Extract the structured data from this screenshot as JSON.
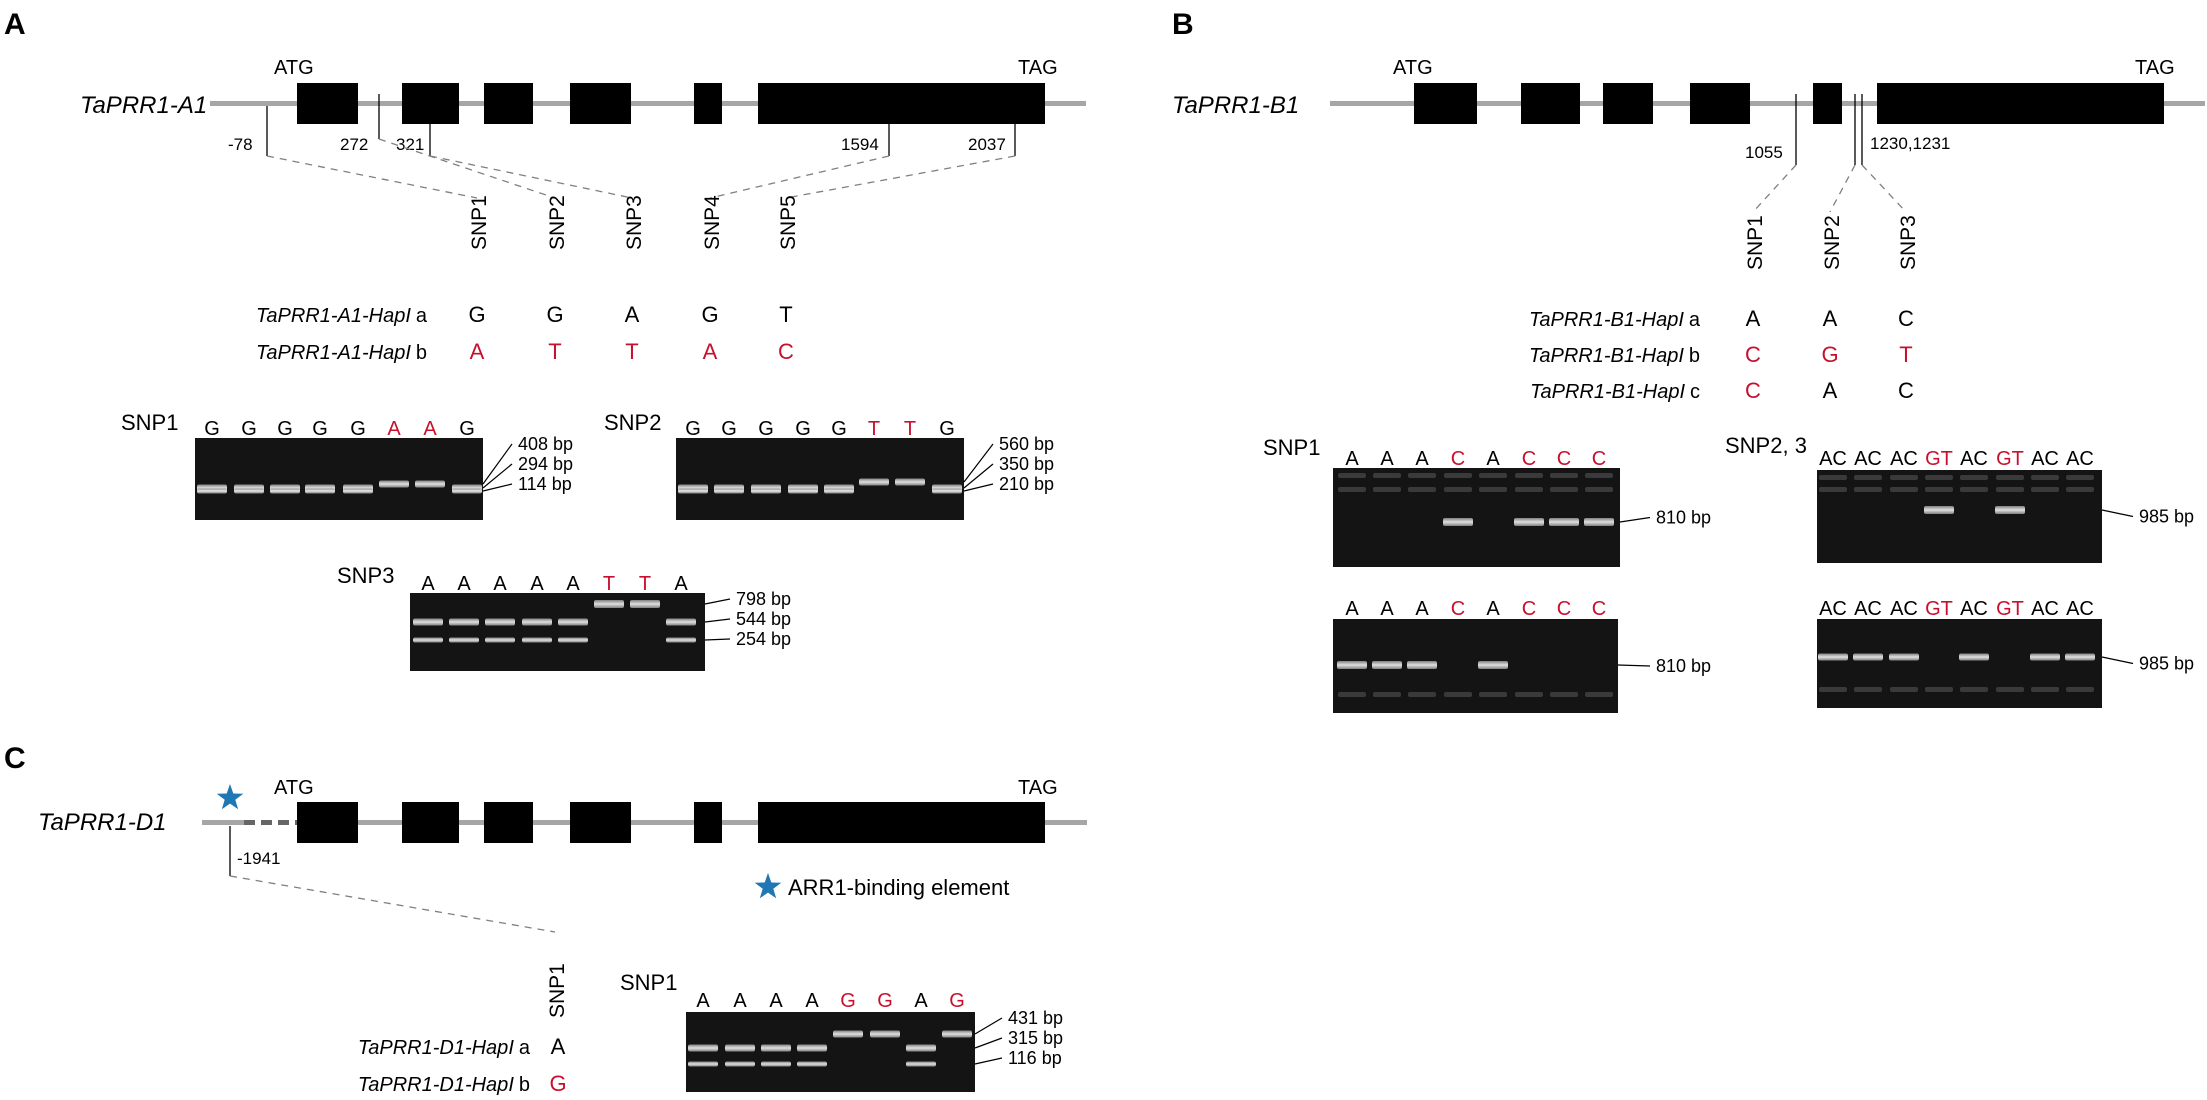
{
  "colors": {
    "ref": "#000000",
    "alt": "#c8102e",
    "backbone": "#a6a6a6",
    "star": "#1f78b4",
    "dashed": "#808080"
  },
  "panels": {
    "A": {
      "letter": "A",
      "gene": "TaPRR1-A1",
      "atg": "ATG",
      "tag": "TAG",
      "positions": [
        "-78",
        "272",
        "321",
        "1594",
        "2037"
      ],
      "snps": [
        "SNP1",
        "SNP2",
        "SNP3",
        "SNP4",
        "SNP5"
      ],
      "haplotypes": [
        {
          "name": "TaPRR1-A1-Hap",
          "roman": "I",
          "suffix": "a",
          "alleles": [
            "G",
            "G",
            "A",
            "G",
            "T"
          ],
          "alt": [
            false,
            false,
            false,
            false,
            false
          ]
        },
        {
          "name": "TaPRR1-A1-Hap",
          "roman": "I",
          "suffix": "b",
          "alleles": [
            "A",
            "T",
            "T",
            "A",
            "C"
          ],
          "alt": [
            true,
            true,
            true,
            true,
            true
          ]
        }
      ],
      "gels": [
        {
          "title": "SNP1",
          "lanes": [
            "G",
            "G",
            "G",
            "G",
            "G",
            "A",
            "A",
            "G"
          ],
          "alt": [
            false,
            false,
            false,
            false,
            false,
            true,
            true,
            false
          ],
          "sizes": [
            "408 bp",
            "294 bp",
            "114 bp"
          ]
        },
        {
          "title": "SNP2",
          "lanes": [
            "G",
            "G",
            "G",
            "G",
            "G",
            "T",
            "T",
            "G"
          ],
          "alt": [
            false,
            false,
            false,
            false,
            false,
            true,
            true,
            false
          ],
          "sizes": [
            "560 bp",
            "350 bp",
            "210 bp"
          ]
        },
        {
          "title": "SNP3",
          "lanes": [
            "A",
            "A",
            "A",
            "A",
            "A",
            "T",
            "T",
            "A"
          ],
          "alt": [
            false,
            false,
            false,
            false,
            false,
            true,
            true,
            false
          ],
          "sizes": [
            "798 bp",
            "544 bp",
            "254 bp"
          ]
        }
      ]
    },
    "B": {
      "letter": "B",
      "gene": "TaPRR1-B1",
      "atg": "ATG",
      "tag": "TAG",
      "positions": [
        "1055",
        "1230,1231"
      ],
      "snps": [
        "SNP1",
        "SNP2",
        "SNP3"
      ],
      "haplotypes": [
        {
          "name": "TaPRR1-B1-Hap",
          "roman": "I",
          "suffix": "a",
          "alleles": [
            "A",
            "A",
            "C"
          ],
          "alt": [
            false,
            false,
            false
          ]
        },
        {
          "name": "TaPRR1-B1-Hap",
          "roman": "I",
          "suffix": "b",
          "alleles": [
            "C",
            "G",
            "T"
          ],
          "alt": [
            true,
            true,
            true
          ]
        },
        {
          "name": "TaPRR1-B1-Hap",
          "roman": "I",
          "suffix": "c",
          "alleles": [
            "C",
            "A",
            "C"
          ],
          "alt": [
            true,
            false,
            false
          ]
        }
      ],
      "gels": [
        {
          "title": "SNP1",
          "lanes": [
            "A",
            "A",
            "A",
            "C",
            "A",
            "C",
            "C",
            "C"
          ],
          "alt": [
            false,
            false,
            false,
            true,
            false,
            true,
            true,
            true
          ],
          "sizes": [
            "810 bp"
          ]
        },
        {
          "title": "SNP2, 3",
          "lanes": [
            "AC",
            "AC",
            "AC",
            "GT",
            "AC",
            "GT",
            "AC",
            "AC"
          ],
          "alt": [
            false,
            false,
            false,
            true,
            false,
            true,
            false,
            false
          ],
          "sizes": [
            "985 bp"
          ]
        },
        {
          "title": "",
          "lanes": [
            "A",
            "A",
            "A",
            "C",
            "A",
            "C",
            "C",
            "C"
          ],
          "alt": [
            false,
            false,
            false,
            true,
            false,
            true,
            true,
            true
          ],
          "sizes": [
            "810 bp"
          ]
        },
        {
          "title": "",
          "lanes": [
            "AC",
            "AC",
            "AC",
            "GT",
            "AC",
            "GT",
            "AC",
            "AC"
          ],
          "alt": [
            false,
            false,
            false,
            true,
            false,
            true,
            false,
            false
          ],
          "sizes": [
            "985 bp"
          ]
        }
      ]
    },
    "C": {
      "letter": "C",
      "gene": "TaPRR1-D1",
      "atg": "ATG",
      "tag": "TAG",
      "positions": [
        "-1941"
      ],
      "legend": "ARR1-binding element",
      "snps": [
        "SNP1"
      ],
      "haplotypes": [
        {
          "name": "TaPRR1-D1-Hap",
          "roman": "I",
          "suffix": "a",
          "alleles": [
            "A"
          ],
          "alt": [
            false
          ]
        },
        {
          "name": "TaPRR1-D1-Hap",
          "roman": "I",
          "suffix": "b",
          "alleles": [
            "G"
          ],
          "alt": [
            true
          ]
        }
      ],
      "gels": [
        {
          "title": "SNP1",
          "lanes": [
            "A",
            "A",
            "A",
            "A",
            "G",
            "G",
            "A",
            "G"
          ],
          "alt": [
            false,
            false,
            false,
            false,
            true,
            true,
            false,
            true
          ],
          "sizes": [
            "431 bp",
            "315 bp",
            "116 bp"
          ]
        }
      ]
    }
  }
}
